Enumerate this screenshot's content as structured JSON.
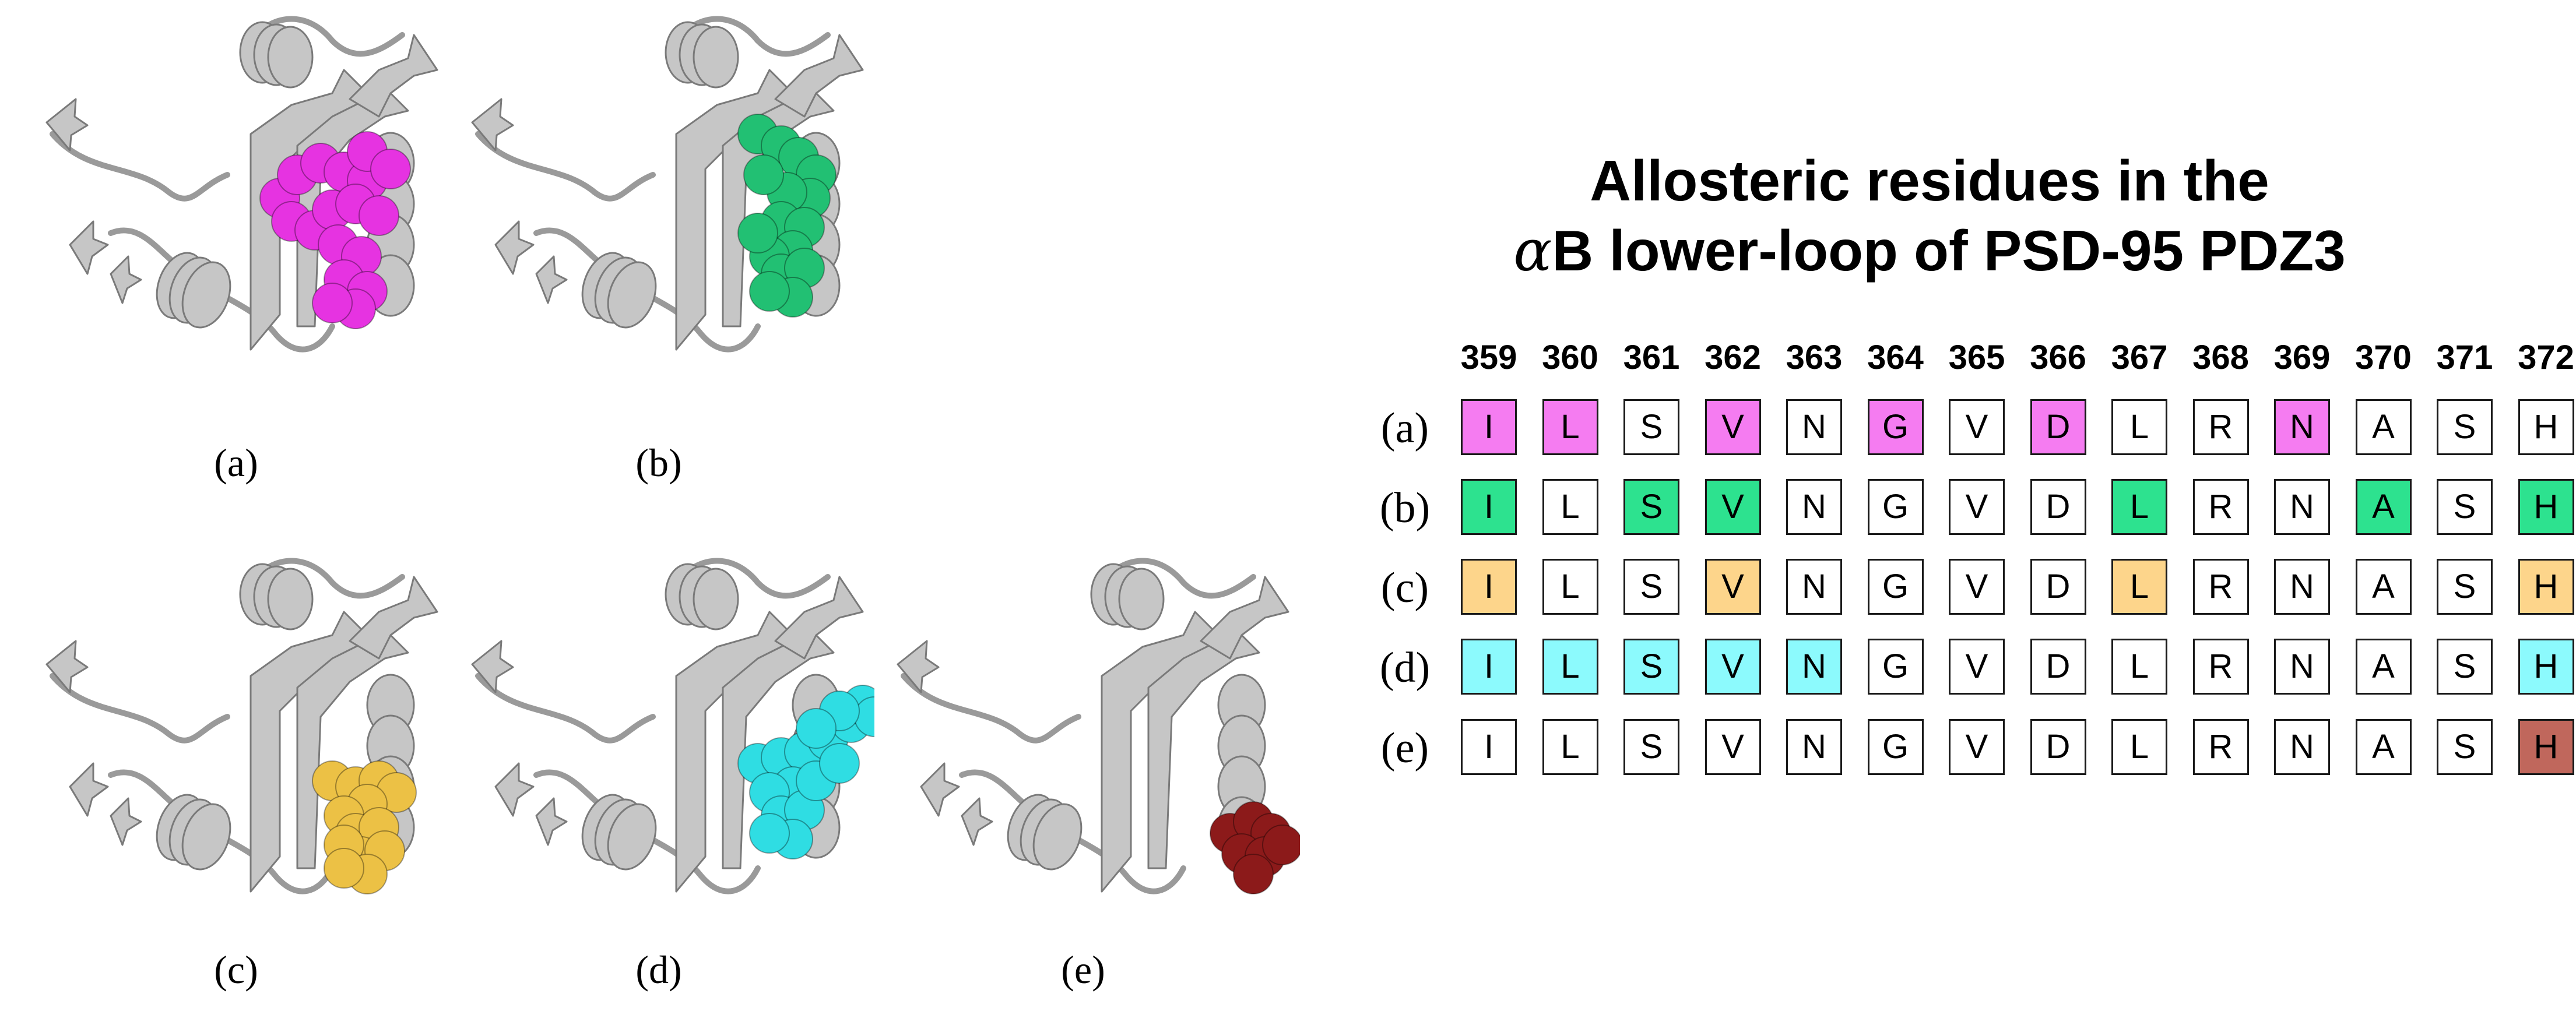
{
  "colors": {
    "protein": "#c6c6c6",
    "a": "#e633e1",
    "b": "#22c073",
    "c": "#ecc145",
    "d": "#2fdde3",
    "e": "#8c1a1a"
  },
  "panels": [
    {
      "id": "a",
      "label": "(a)",
      "highlight_color": "#e633e1"
    },
    {
      "id": "b",
      "label": "(b)",
      "highlight_color": "#22c073"
    },
    {
      "id": "c",
      "label": "(c)",
      "highlight_color": "#ecc145"
    },
    {
      "id": "d",
      "label": "(d)",
      "highlight_color": "#2fdde3"
    },
    {
      "id": "e",
      "label": "(e)",
      "highlight_color": "#8c1a1a"
    }
  ],
  "title": {
    "line1": "Allosteric residues in the",
    "greek": "α",
    "line2_rest": "B lower-loop of PSD-95 PDZ3"
  },
  "positions": [
    "359",
    "360",
    "361",
    "362",
    "363",
    "364",
    "365",
    "366",
    "367",
    "368",
    "369",
    "370",
    "371",
    "372"
  ],
  "sequence": [
    "I",
    "L",
    "S",
    "V",
    "N",
    "G",
    "V",
    "D",
    "L",
    "R",
    "N",
    "A",
    "S",
    "H"
  ],
  "rows": [
    {
      "label": "(a)",
      "fill": "#f57cf1",
      "highlighted": [
        "359",
        "360",
        "362",
        "364",
        "366",
        "369"
      ]
    },
    {
      "label": "(b)",
      "fill": "#2de28f",
      "highlighted": [
        "359",
        "361",
        "362",
        "367",
        "370",
        "372"
      ]
    },
    {
      "label": "(c)",
      "fill": "#fdd58b",
      "highlighted": [
        "359",
        "362",
        "367",
        "372"
      ]
    },
    {
      "label": "(d)",
      "fill": "#8cfafd",
      "highlighted": [
        "359",
        "360",
        "361",
        "362",
        "363",
        "372"
      ]
    },
    {
      "label": "(e)",
      "fill": "#c0675c",
      "highlighted": [
        "372"
      ]
    }
  ]
}
